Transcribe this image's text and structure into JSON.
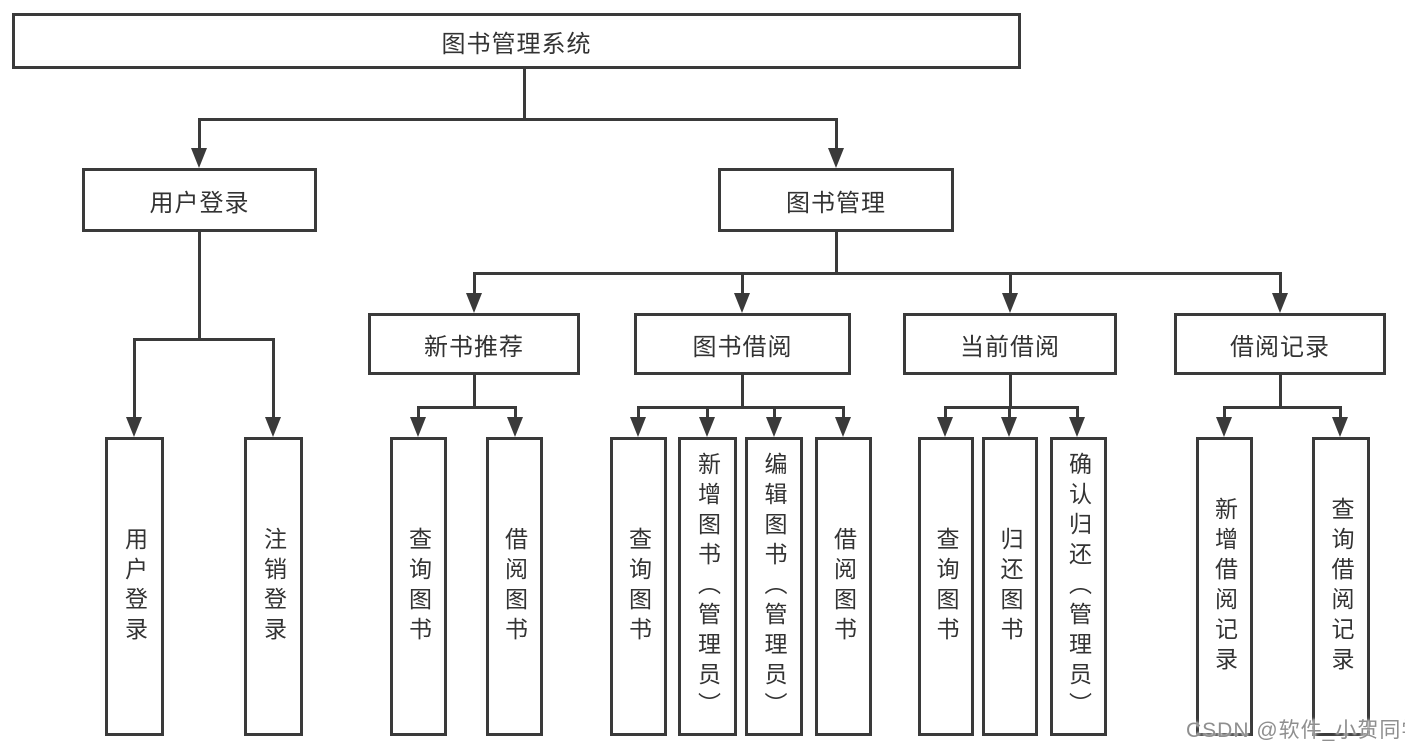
{
  "diagram_title": "图书管理系统",
  "nodes": {
    "root": {
      "label": "图书管理系统"
    },
    "user_login": {
      "label": "用户登录"
    },
    "book_mgmt": {
      "label": "图书管理"
    },
    "new_book_rec": {
      "label": "新书推荐"
    },
    "book_borrow": {
      "label": "图书借阅"
    },
    "current_borrow": {
      "label": "当前借阅"
    },
    "borrow_records": {
      "label": "借阅记录"
    },
    "leaf_user_login": {
      "label": "用户登录"
    },
    "leaf_logout": {
      "label": "注销登录"
    },
    "leaf_query_book_1": {
      "label": "查询图书"
    },
    "leaf_borrow_book_1": {
      "label": "借阅图书"
    },
    "leaf_query_book_2": {
      "label": "查询图书"
    },
    "leaf_add_book": {
      "label": "新增图书（管理员）"
    },
    "leaf_edit_book": {
      "label": "编辑图书（管理员）"
    },
    "leaf_borrow_book_2": {
      "label": "借阅图书"
    },
    "leaf_query_book_3": {
      "label": "查询图书"
    },
    "leaf_return_book": {
      "label": "归还图书"
    },
    "leaf_confirm_return": {
      "label": "确认归还（管理员）"
    },
    "leaf_add_borrow_record": {
      "label": "新增借阅记录"
    },
    "leaf_query_borrow_record": {
      "label": "查询借阅记录"
    }
  },
  "edges": [
    {
      "from": "图书管理系统",
      "to": "用户登录"
    },
    {
      "from": "图书管理系统",
      "to": "图书管理"
    },
    {
      "from": "用户登录",
      "to": "用户登录"
    },
    {
      "from": "用户登录",
      "to": "注销登录"
    },
    {
      "from": "图书管理",
      "to": "新书推荐"
    },
    {
      "from": "图书管理",
      "to": "图书借阅"
    },
    {
      "from": "图书管理",
      "to": "当前借阅"
    },
    {
      "from": "图书管理",
      "to": "借阅记录"
    },
    {
      "from": "新书推荐",
      "to": "查询图书"
    },
    {
      "from": "新书推荐",
      "to": "借阅图书"
    },
    {
      "from": "图书借阅",
      "to": "查询图书"
    },
    {
      "from": "图书借阅",
      "to": "新增图书（管理员）"
    },
    {
      "from": "图书借阅",
      "to": "编辑图书（管理员）"
    },
    {
      "from": "图书借阅",
      "to": "借阅图书"
    },
    {
      "from": "当前借阅",
      "to": "查询图书"
    },
    {
      "from": "当前借阅",
      "to": "归还图书"
    },
    {
      "from": "当前借阅",
      "to": "确认归还（管理员）"
    },
    {
      "from": "借阅记录",
      "to": "新增借阅记录"
    },
    {
      "from": "借阅记录",
      "to": "查询借阅记录"
    }
  ],
  "watermark": {
    "text": "CSDN @软件_小贺同学"
  },
  "colors": {
    "line": "#3a3a3a",
    "text": "#333333",
    "box_background": "#ffffff",
    "watermark_text": "#8f8f8f"
  }
}
